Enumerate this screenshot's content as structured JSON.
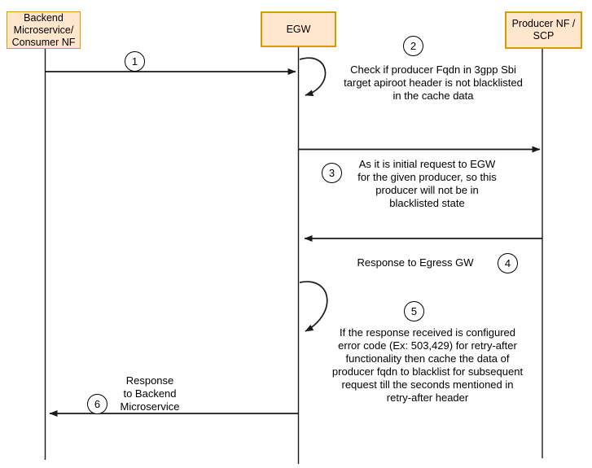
{
  "actors": [
    {
      "label": "Backend\nMicroservice/\nConsumer NF"
    },
    {
      "label": "EGW"
    },
    {
      "label": "Producer NF /\nSCP"
    }
  ],
  "steps": [
    {
      "num": "1",
      "text": ""
    },
    {
      "num": "2",
      "text": "Check if producer Fqdn in 3gpp Sbi\ntarget apiroot header is not blacklisted\nin the cache data"
    },
    {
      "num": "3",
      "text": "As it is initial request to EGW\nfor the given producer, so this\nproducer will not be in\nblacklisted state"
    },
    {
      "num": "4",
      "text": "Response to Egress GW"
    },
    {
      "num": "5",
      "text": "If the response received is configured\nerror code (Ex: 503,429) for retry-after\nfunctionality then cache the data of\nproducer fqdn to blacklist for subsequent\nrequest till the seconds mentioned in\nretry-after header"
    },
    {
      "num": "6",
      "text": "Response\nto Backend\nMicroservice"
    }
  ],
  "colors": {
    "actor_fill": "#ffe6cc",
    "actor_border": "#d79b00",
    "line": "#1a1a1a",
    "background": "#ffffff"
  }
}
